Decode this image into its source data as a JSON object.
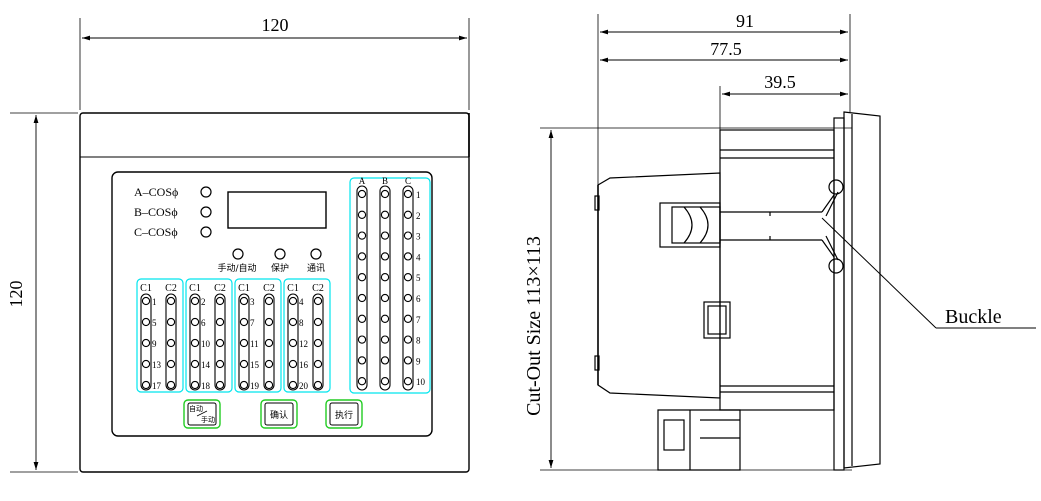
{
  "front_view": {
    "width_dim": "120",
    "height_dim": "120",
    "indicators": [
      {
        "label": "A–COSϕ"
      },
      {
        "label": "B–COSϕ"
      },
      {
        "label": "C–COSϕ"
      }
    ],
    "status_labels": {
      "manual_auto": "手动/自动",
      "protect": "保护",
      "comm": "通讯"
    },
    "bank_groups": [
      {
        "headers": [
          "C1",
          "C2"
        ],
        "numbers": [
          "1",
          "5",
          "9",
          "13",
          "17"
        ]
      },
      {
        "headers": [
          "C1",
          "C2"
        ],
        "numbers": [
          "2",
          "6",
          "10",
          "14",
          "18"
        ]
      },
      {
        "headers": [
          "C1",
          "C2"
        ],
        "numbers": [
          "3",
          "7",
          "11",
          "15",
          "19"
        ]
      },
      {
        "headers": [
          "C1",
          "C2"
        ],
        "numbers": [
          "4",
          "8",
          "12",
          "16",
          "20"
        ]
      }
    ],
    "phase_columns": {
      "headers": [
        "A",
        "B",
        "C"
      ],
      "numbers": [
        "1",
        "2",
        "3",
        "4",
        "5",
        "6",
        "7",
        "8",
        "9",
        "10"
      ]
    },
    "buttons": [
      {
        "line1": "自动",
        "line2": "手动"
      },
      {
        "label": "确认"
      },
      {
        "label": "执行"
      }
    ],
    "colors": {
      "outline": "#000000",
      "group_frame": "#00e5ee",
      "button": "#22cc22"
    }
  },
  "side_view": {
    "dims": [
      "91",
      "77.5",
      "39.5"
    ],
    "cutout_label": "Cut-Out Size 113×113",
    "buckle_label": "Buckle"
  }
}
